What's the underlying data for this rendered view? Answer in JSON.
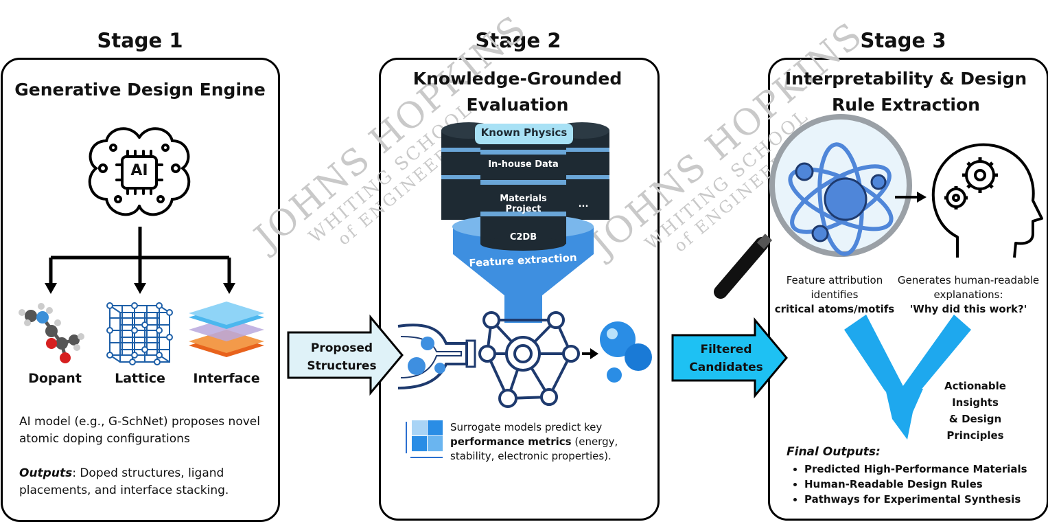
{
  "watermark": {
    "line1": "JOHNS HOPKINS",
    "line2": "WHITING SCHOOL",
    "line3": "of ENGINEERING"
  },
  "stage1": {
    "heading": "Stage 1",
    "title": "Generative Design Engine",
    "ai_chip_label": "AI",
    "items": [
      "Dopant",
      "Lattice",
      "Interface"
    ],
    "description": "AI model (e.g., G-SchNet) proposes novel atomic doping configurations",
    "outputs_label": "Outputs",
    "outputs_text": ": Doped structures, ligand placements, and interface stacking."
  },
  "arrow1": {
    "line1": "Proposed",
    "line2": "Structures"
  },
  "stage2": {
    "heading": "Stage 2",
    "title_line1": "Knowledge-Grounded",
    "title_line2": "Evaluation",
    "db_labels": [
      "Known Physics",
      "In-house Data",
      "Materials Project",
      "...",
      "C2DB"
    ],
    "funnel_label": "Feature extraction",
    "desc_part1": "Surrogate models predict key ",
    "desc_bold": "performance metrics",
    "desc_part2": " (energy, stability, electronic properties)."
  },
  "arrow2": {
    "line1": "Filtered",
    "line2": "Candidates"
  },
  "stage3": {
    "heading": "Stage 3",
    "title_line1": "Interpretability & Design",
    "title_line2": "Rule Extraction",
    "attr_line1": "Feature attribution",
    "attr_line2": "identifies",
    "attr_bold": "critical atoms/motifs",
    "gen_line1": "Generates human-readable",
    "gen_line2": "explanations:",
    "gen_bold": "'Why did this work?'",
    "insights_line1": "Actionable Insights",
    "insights_line2": "& Design Principles",
    "final_label": "Final Outputs:",
    "final_items": [
      "Predicted High-Performance Materials",
      "Human-Readable Design Rules",
      "Pathways for Experimental Synthesis"
    ]
  },
  "colors": {
    "accent_blue": "#1ea8ee",
    "light_blue": "#dff2f8",
    "db_dark": "#1e2a33",
    "db_stripe": "#6aa6d8",
    "funnel": "#3e8fe0",
    "network_navy": "#1e3a6e"
  }
}
